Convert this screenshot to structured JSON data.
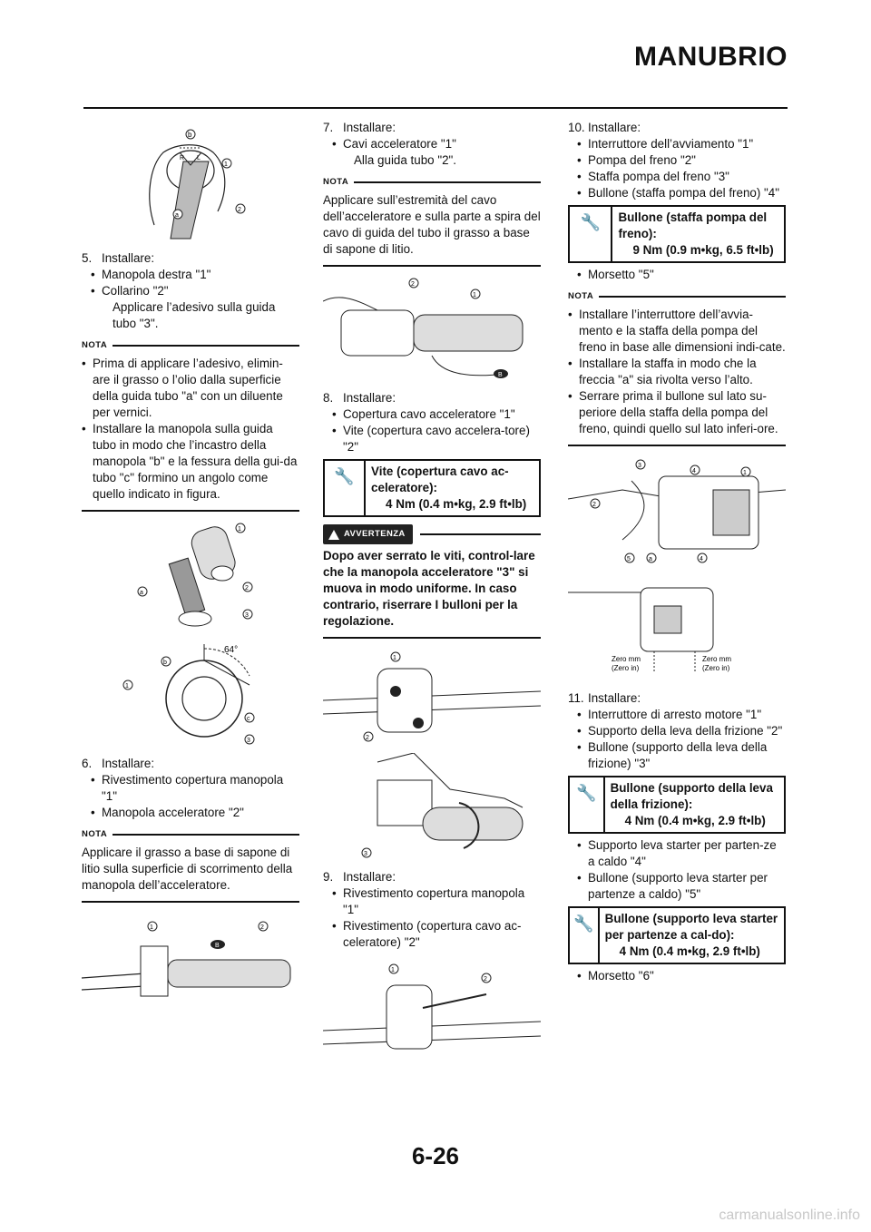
{
  "header": {
    "title": "MANUBRIO"
  },
  "page_number": "6-26",
  "watermark": "carmanualsonline.info",
  "col1": {
    "step5": {
      "num": "5.",
      "verb": "Installare:",
      "items": [
        "Manopola destra \"1\"",
        "Collarino \"2\""
      ],
      "sub": "Applicare l’adesivo sulla guida tubo \"3\"."
    },
    "nota1": {
      "label": "NOTA",
      "items": [
        "Prima di applicare l’adesivo, elimin-are il grasso o l’olio dalla superficie della guida tubo \"a\" con un diluente per vernici.",
        "Installare la manopola sulla guida tubo in modo che l’incastro della manopola \"b\" e la fessura della gui-da tubo \"c\" formino un angolo come quello indicato in figura."
      ]
    },
    "fig_angle": "64°",
    "step6": {
      "num": "6.",
      "verb": "Installare:",
      "items": [
        "Rivestimento copertura manopola \"1\"",
        "Manopola acceleratore \"2\""
      ]
    },
    "nota2": {
      "label": "NOTA",
      "text": "Applicare il grasso a base di sapone di litio sulla superficie di scorrimento della manopola dell’acceleratore."
    }
  },
  "col2": {
    "step7": {
      "num": "7.",
      "verb": "Installare:",
      "items": [
        "Cavi acceleratore \"1\""
      ],
      "sub": "Alla guida tubo \"2\"."
    },
    "nota3": {
      "label": "NOTA",
      "text": "Applicare sull’estremità del cavo dell’acceleratore e sulla parte a spira del cavo di guida del tubo il grasso a base di sapone di litio."
    },
    "step8": {
      "num": "8.",
      "verb": "Installare:",
      "items": [
        "Copertura cavo acceleratore \"1\"",
        "Vite (copertura cavo accelera-tore) \"2\""
      ]
    },
    "torque1": {
      "label": "Vite (copertura cavo ac-celeratore):",
      "value": "4 Nm (0.4 m•kg, 2.9 ft•lb)"
    },
    "warning": {
      "label": "AVVERTENZA",
      "text": "Dopo aver serrato le viti, control-lare che la manopola acceleratore \"3\" si muova in modo uniforme. In caso contrario, riserrare I bulloni per la regolazione."
    },
    "step9": {
      "num": "9.",
      "verb": "Installare:",
      "items": [
        "Rivestimento copertura manopola \"1\"",
        "Rivestimento (copertura cavo ac-celeratore) \"2\""
      ]
    }
  },
  "col3": {
    "step10": {
      "num": "10.",
      "verb": "Installare:",
      "items": [
        "Interruttore dell’avviamento \"1\"",
        "Pompa del freno \"2\"",
        "Staffa pompa del freno \"3\"",
        "Bullone (staffa pompa del freno) \"4\""
      ]
    },
    "torque2": {
      "label": "Bullone (staffa pompa del freno):",
      "value": "9 Nm (0.9 m•kg, 6.5 ft•lb)"
    },
    "item_morsetto5": "Morsetto \"5\"",
    "nota4": {
      "label": "NOTA",
      "items": [
        "Installare l’interruttore dell’avvia-mento e la staffa della pompa del freno in base alle dimensioni indi-cate.",
        "Installare la staffa in modo che la freccia \"a\" sia rivolta verso l’alto.",
        "Serrare prima il bullone sul lato su-periore della staffa della pompa del freno, quindi quello sul lato inferi-ore."
      ]
    },
    "fig_zero_left": [
      "Zero mm",
      "(Zero in)"
    ],
    "fig_zero_right": [
      "Zero mm",
      "(Zero in)"
    ],
    "step11": {
      "num": "11.",
      "verb": "Installare:",
      "items": [
        "Interruttore di arresto motore \"1\"",
        "Supporto della leva della frizione \"2\"",
        "Bullone (supporto della leva della frizione) \"3\""
      ]
    },
    "torque3": {
      "label": "Bullone (supporto della leva della frizione):",
      "value": "4 Nm (0.4 m•kg, 2.9 ft•lb)"
    },
    "items_b": [
      "Supporto leva starter per parten-ze a caldo \"4\"",
      "Bullone (supporto leva starter per partenze a caldo) \"5\""
    ],
    "torque4": {
      "label": "Bullone (supporto leva starter per partenze a cal-do):",
      "value": "4 Nm (0.4 m•kg, 2.9 ft•lb)"
    },
    "item_morsetto6": "Morsetto \"6\""
  }
}
